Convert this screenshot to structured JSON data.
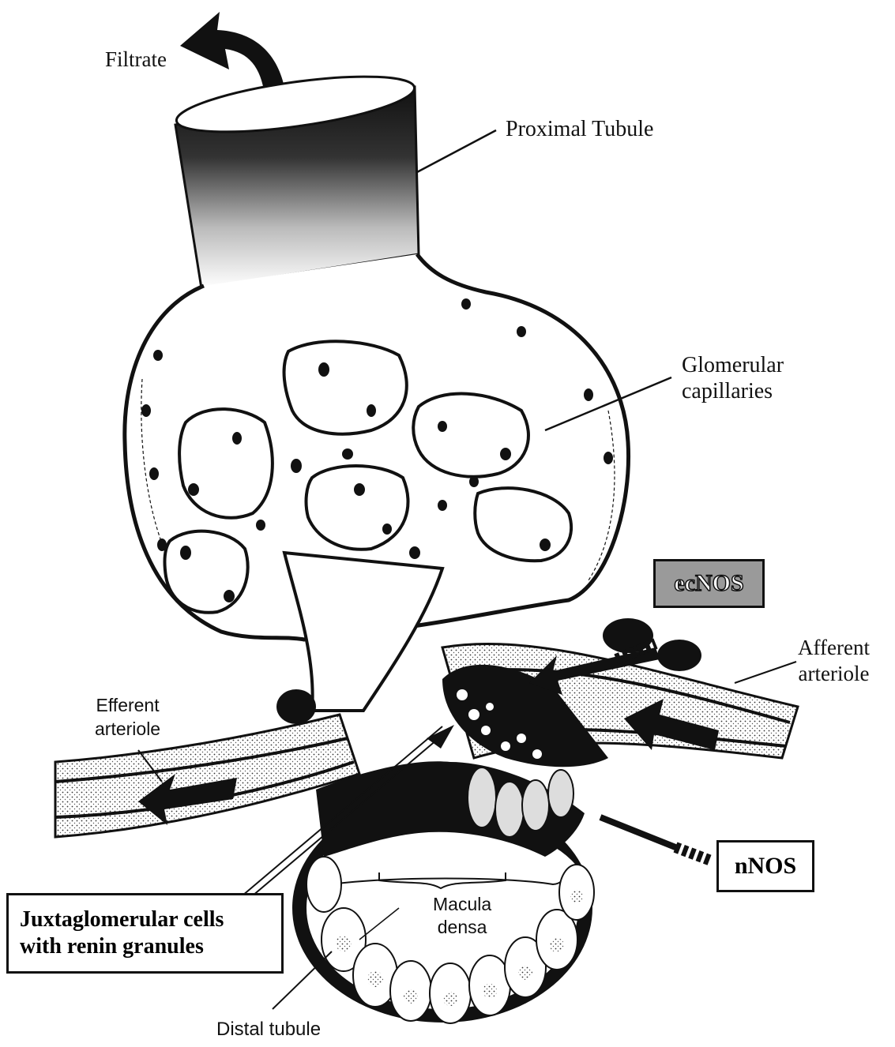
{
  "labels": {
    "filtrate": "Filtrate",
    "proximal_tubule": "Proximal Tubule",
    "glomerular_capillaries_line1": "Glomerular",
    "glomerular_capillaries_line2": "capillaries",
    "ecnos": "ecNOS",
    "afferent_line1": "Afferent",
    "afferent_line2": "arteriole",
    "efferent_line1": "Efferent",
    "efferent_line2": "arteriole",
    "nnos": "nNOS",
    "juxtaglomerular_line1": "Juxtaglomerular cells",
    "juxtaglomerular_line2": "with renin granules",
    "macula_line1": "Macula",
    "macula_line2": "densa",
    "distal_tubule": "Distal tubule"
  },
  "colors": {
    "ink": "#111111",
    "ecnos_box_fill": "#9a9a9a",
    "cell_fill": "#ffffff"
  }
}
